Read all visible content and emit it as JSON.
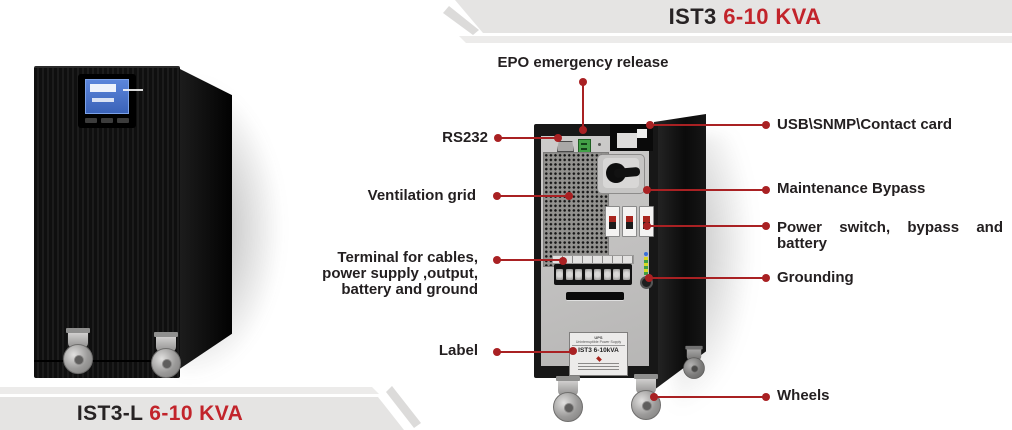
{
  "top_banner": {
    "model": "IST3",
    "rating": "6-10 KVA"
  },
  "bottom_banner": {
    "model": "IST3-L",
    "rating": "6-10 KVA"
  },
  "colors": {
    "accent_red": "#a92123",
    "title_red": "#c2242b",
    "title_black": "#272324",
    "banner_gray": "#e5e4e3"
  },
  "callouts": {
    "epo": "EPO emergency release",
    "rs232": "RS232",
    "ventilation": "Ventilation grid",
    "terminal_line1": "Terminal for  cables,",
    "terminal_line2": "power supply ,output,",
    "terminal_line3": "battery and ground",
    "label": "Label",
    "usb": "USB\\SNMP\\Contact card",
    "maintenance": "Maintenance Bypass",
    "power_line1": "Power switch, bypass and",
    "power_line2": "battery",
    "grounding": "Grounding",
    "wheels": "Wheels"
  },
  "rear_label": {
    "header": "UPS",
    "subheader": "Uninterruptible Power Supply",
    "model": "IST3 6-10kVA"
  }
}
